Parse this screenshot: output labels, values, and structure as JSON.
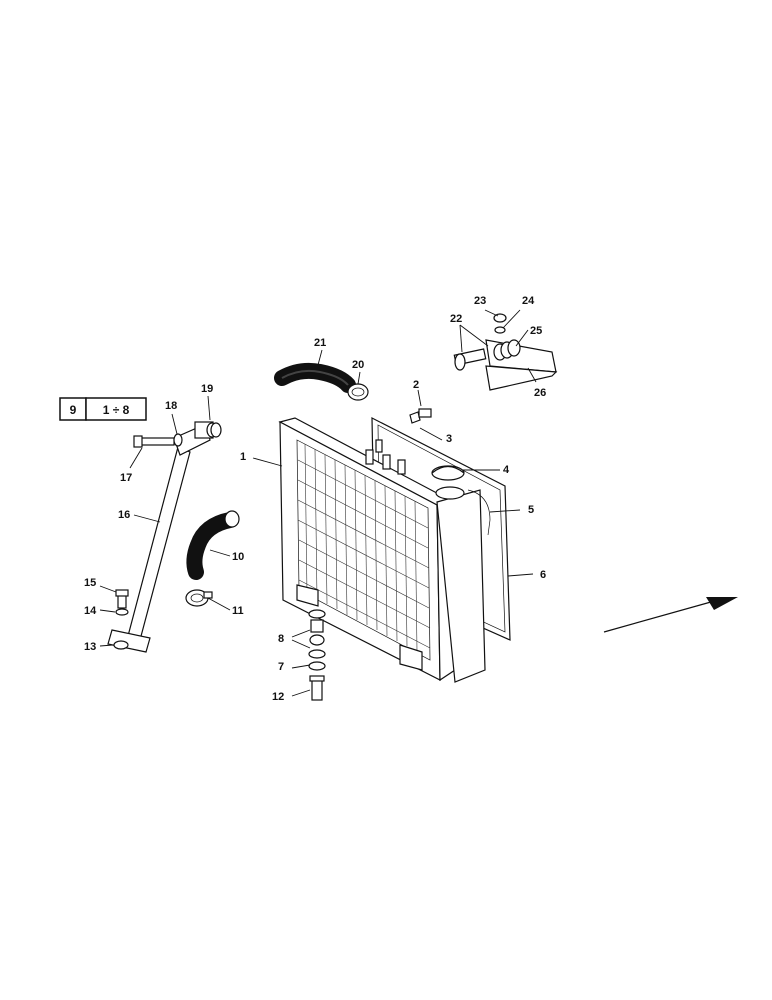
{
  "reference_box": {
    "group": "9",
    "range": "1 ÷ 8"
  },
  "callouts": {
    "c1": "1",
    "c2": "2",
    "c3": "3",
    "c4": "4",
    "c5": "5",
    "c6": "6",
    "c7": "7",
    "c8": "8",
    "c10": "10",
    "c11": "11",
    "c12": "12",
    "c13": "13",
    "c14": "14",
    "c15": "15",
    "c16": "16",
    "c17": "17",
    "c18": "18",
    "c19": "19",
    "c20": "20",
    "c21": "21",
    "c22": "22",
    "c23": "23",
    "c24": "24",
    "c25": "25",
    "c26": "26"
  }
}
